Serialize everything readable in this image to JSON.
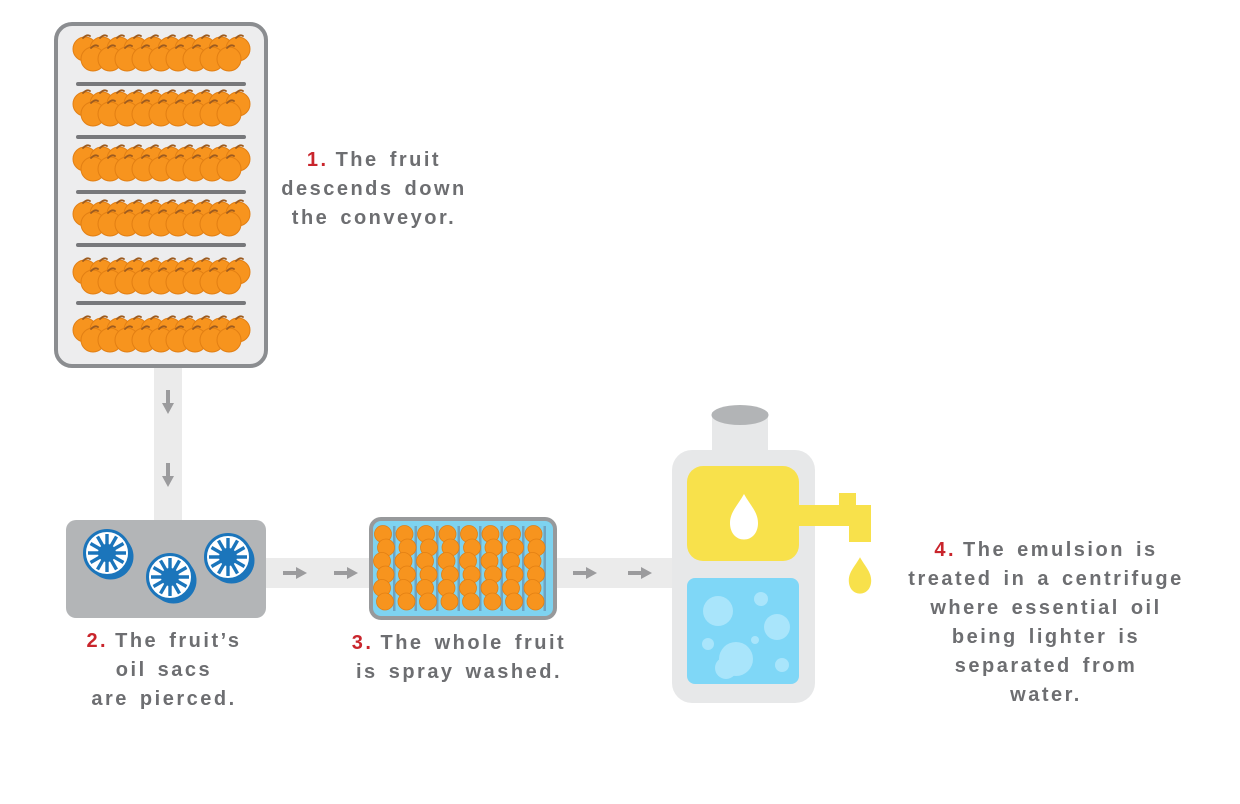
{
  "steps": [
    {
      "number": "1.",
      "lines": [
        "The fruit",
        "descends down",
        "the conveyor."
      ]
    },
    {
      "number": "2.",
      "lines": [
        "The fruit’s",
        "oil sacs",
        "are pierced."
      ]
    },
    {
      "number": "3.",
      "lines": [
        "The whole fruit",
        "is spray washed."
      ]
    },
    {
      "number": "4.",
      "lines": [
        "The emulsion is",
        "treated in a centrifuge",
        "where essential oil",
        "being lighter is",
        "separated from",
        "water."
      ]
    }
  ],
  "colors": {
    "orange": "#F7941E",
    "conveyor_fill": "#EDEDEE",
    "conveyor_border": "#8B8D90",
    "divider_gray": "#77787B",
    "belt_gray": "#EBEBEB",
    "arrow_gray": "#9B9B9D",
    "machine_gray": "#B3B5B7",
    "wheel_blue": "#1B75BB",
    "wash_fill": "#7ED3F0",
    "wash_border": "#97999B",
    "wash_jet": "#6FA3BF",
    "centrifuge_body": "#E7E8E9",
    "neck_opening": "#B2B4B6",
    "oil_yellow": "#F8E14B",
    "water_blue": "#7FD7F7",
    "bubble_blue": "#A9E5FB",
    "droplet_white": "#FFFFFF",
    "text_gray": "#6D6E71",
    "number_red": "#C9252C"
  }
}
